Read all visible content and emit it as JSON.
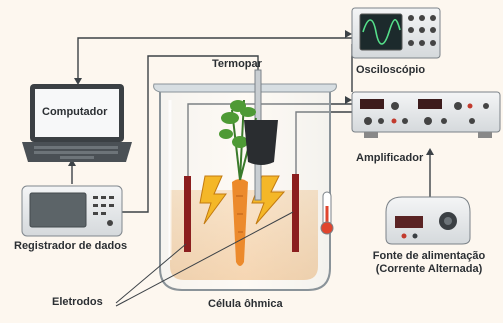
{
  "labels": {
    "thermocouple": "Termopar",
    "oscilloscope": "Osciloscópio",
    "computer": "Computador",
    "amplifier": "Amplificador",
    "data_logger": "Registrador de dados",
    "power_supply_line1": "Fonte de alimentação",
    "power_supply_line2": "(Corrente Alternada)",
    "electrodes": "Eletrodos",
    "ohmic_cell": "Célula ôhmica"
  }
}
